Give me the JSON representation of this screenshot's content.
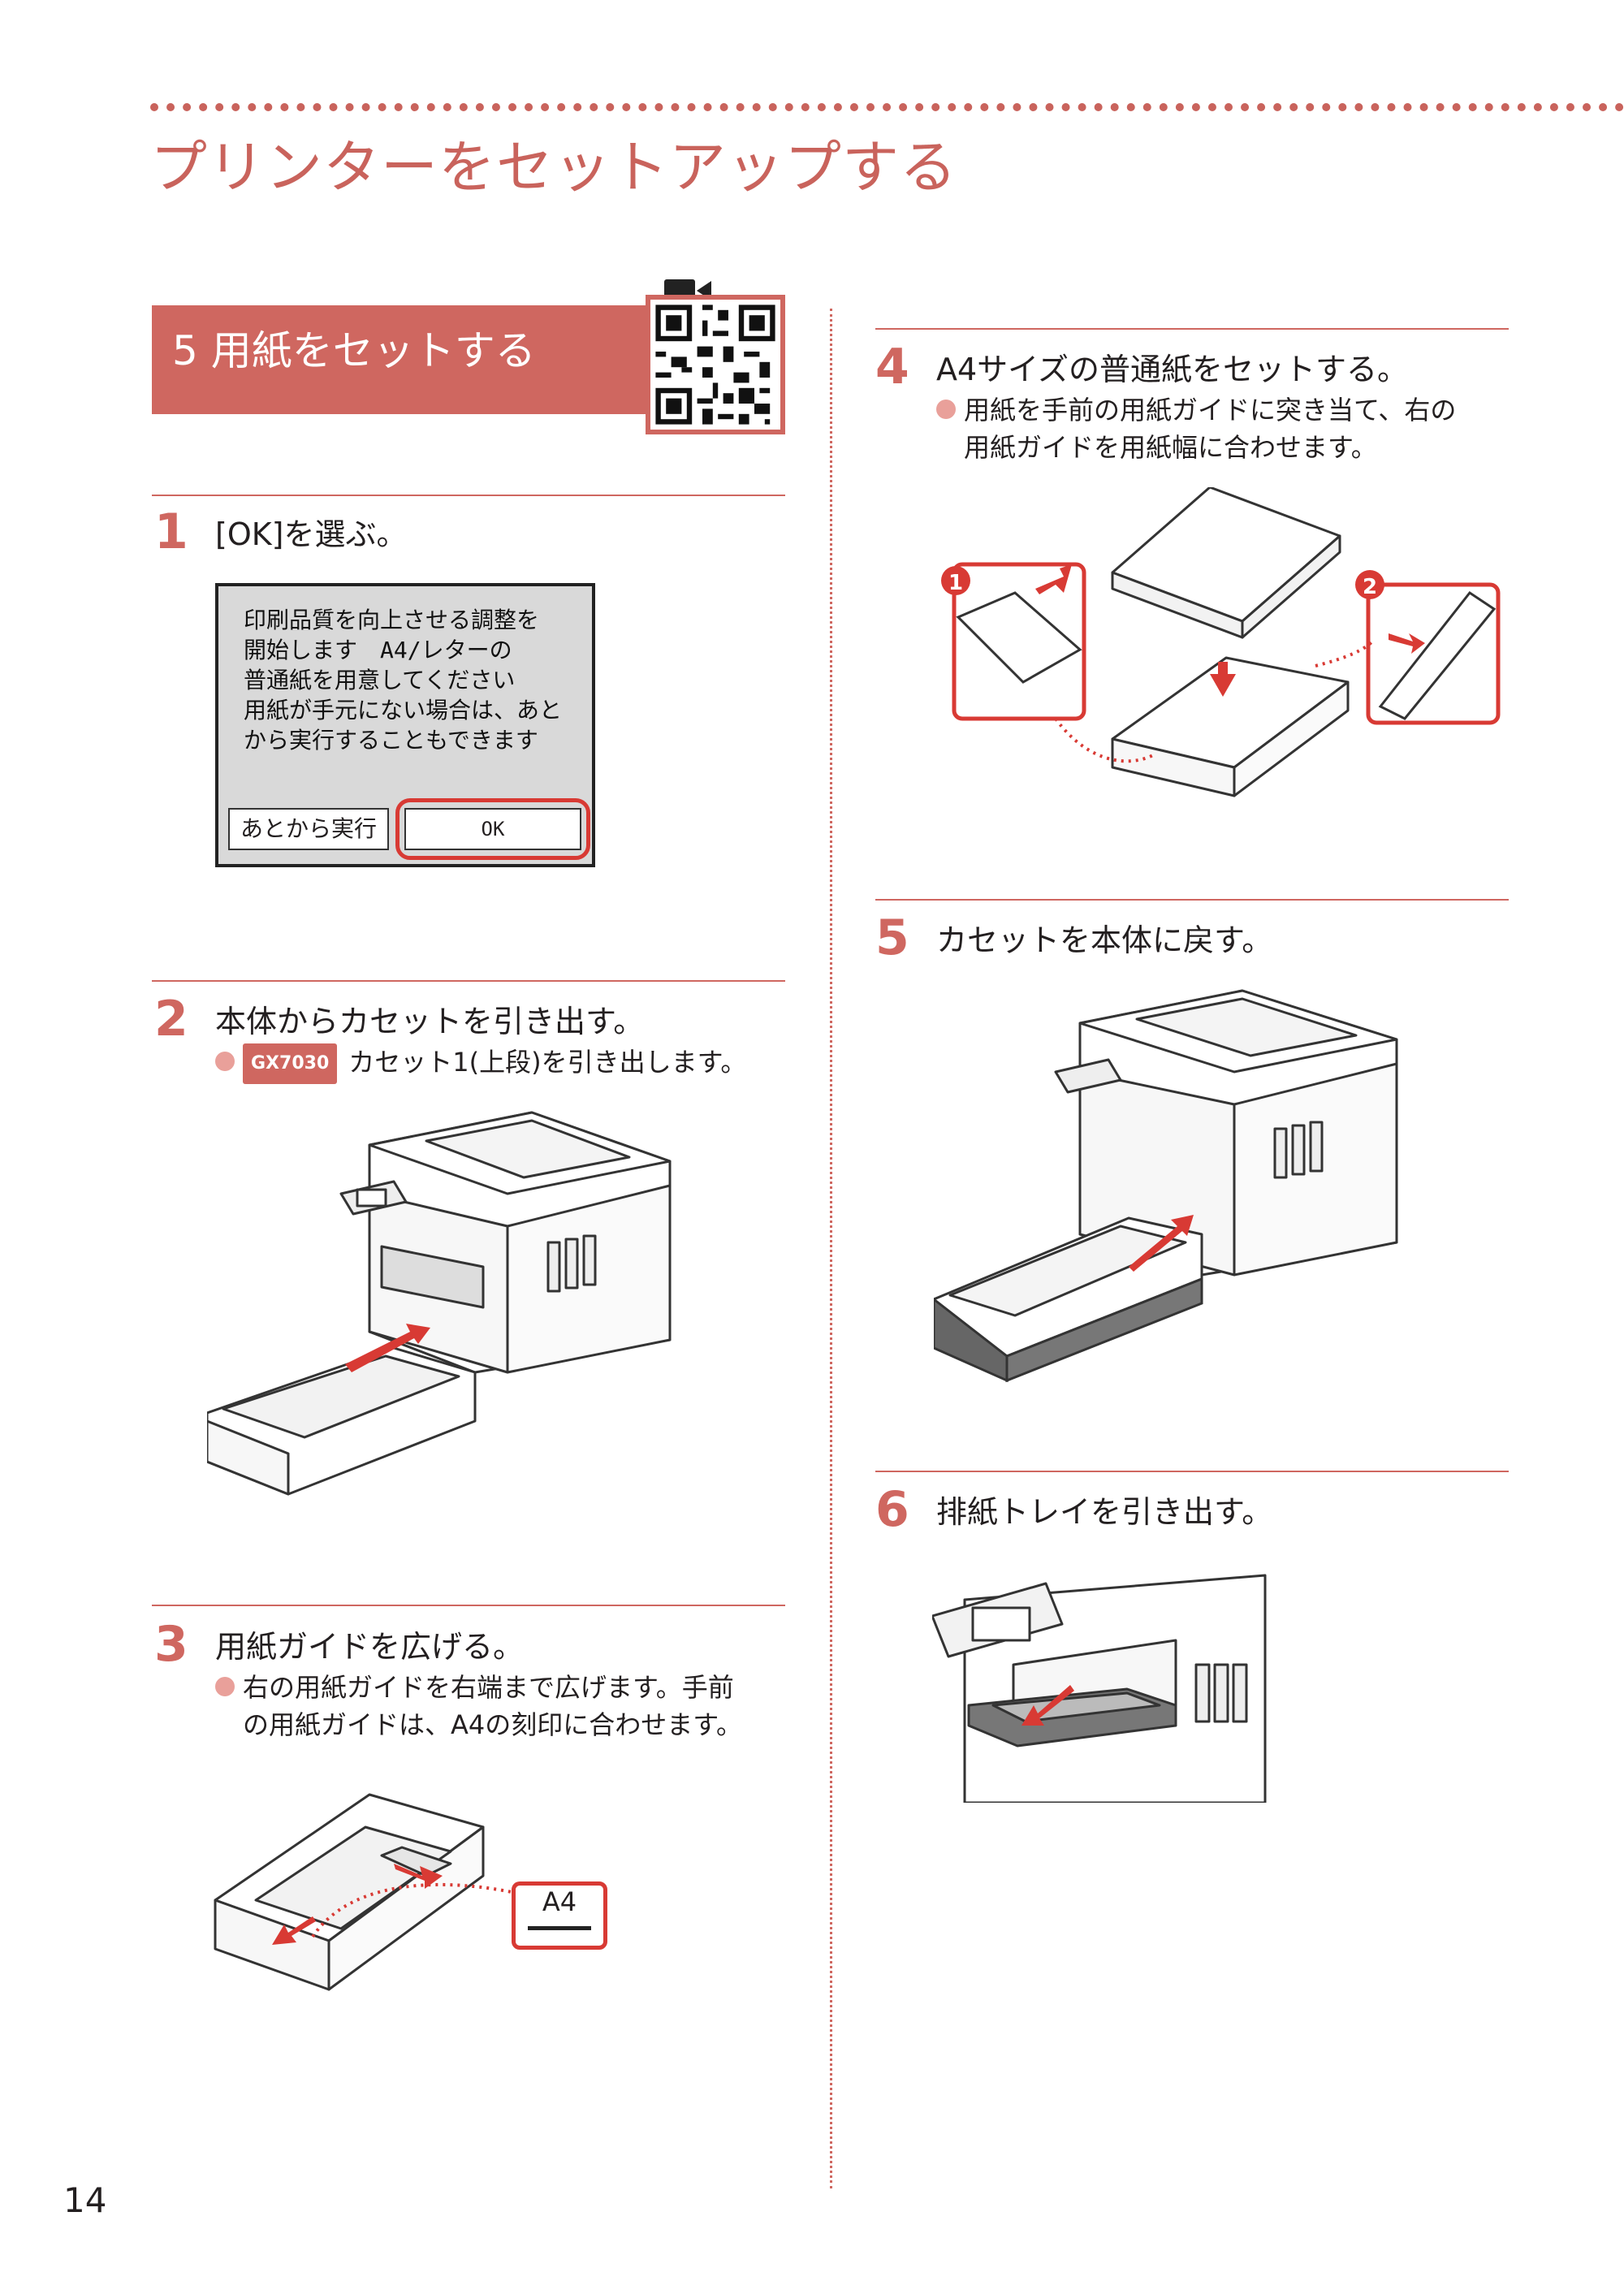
{
  "header": {
    "title": "プリンターをセットアップする"
  },
  "section": {
    "title": "5 用紙をセットする"
  },
  "steps": [
    {
      "num": "1",
      "text": "[OK]を選ぶ。"
    },
    {
      "num": "2",
      "text": "本体からカセットを引き出す。",
      "badge": "GX7030",
      "bullet": "カセット1(上段)を引き出します。"
    },
    {
      "num": "3",
      "text": "用紙ガイドを広げる。",
      "bullet_lines": [
        "右の用紙ガイドを右端まで広げます。手前",
        "の用紙ガイドは、A4の刻印に合わせます。"
      ]
    },
    {
      "num": "4",
      "text": "A4サイズの普通紙をセットする。",
      "bullet_lines": [
        "用紙を手前の用紙ガイドに突き当て、右の",
        "用紙ガイドを用紙幅に合わせます。"
      ]
    },
    {
      "num": "5",
      "text": "カセットを本体に戻す。"
    },
    {
      "num": "6",
      "text": "排紙トレイを引き出す。"
    }
  ],
  "screen": {
    "message": "印刷品質を向上させる調整を\n開始します　A4/レターの\n普通紙を用意してください\n用紙が手元にない場合は、あと\nから実行することもできます",
    "later_button": "あとから実行",
    "ok_button": "OK"
  },
  "callouts": {
    "a4": "A4",
    "marker1": "1",
    "marker2": "2"
  },
  "page": {
    "number": "14"
  },
  "colors": {
    "accent": "#cf6760",
    "highlight": "#d83a34"
  }
}
